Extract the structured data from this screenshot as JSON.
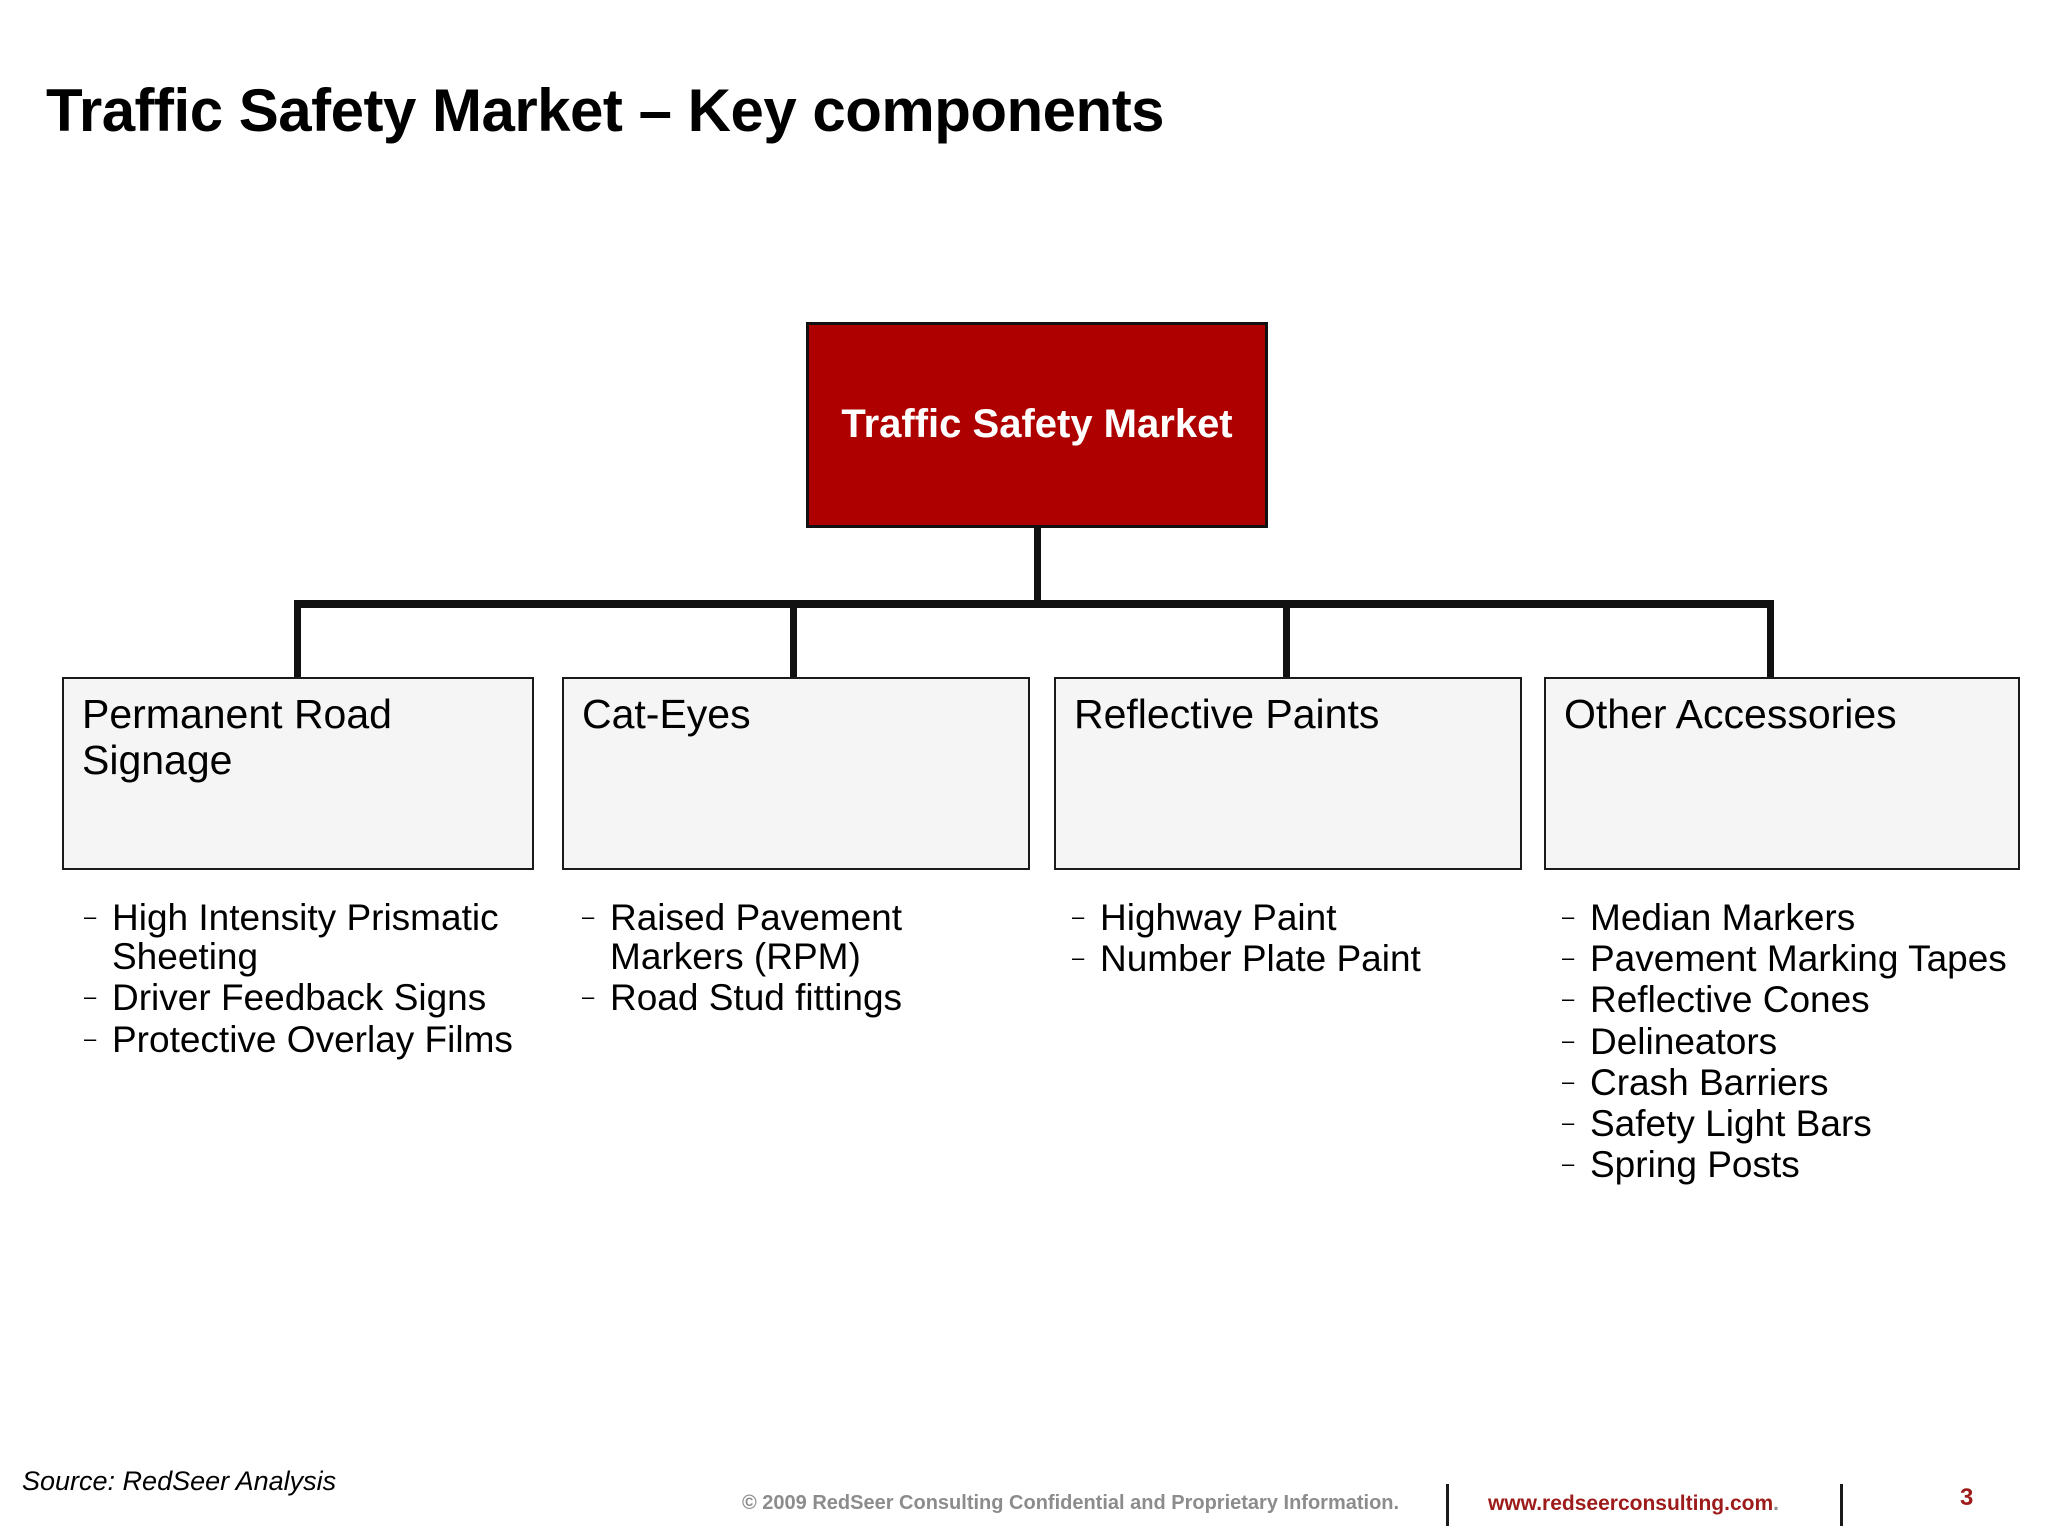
{
  "slide": {
    "title": "Traffic Safety Market – Key components",
    "page_number": "3",
    "source_note": "Source: RedSeer Analysis"
  },
  "colors": {
    "root_node_fill": "#AF0000",
    "root_node_text": "#FFFFFF",
    "child_box_fill": "#F5F5F5",
    "child_box_border": "#1A1A1A",
    "connector": "#111111",
    "brand_red": "#9E1B1B",
    "footer_gray": "#8C8C8C"
  },
  "diagram": {
    "type": "hierarchy-tree",
    "root": {
      "label": "Traffic Safety Market"
    },
    "children": [
      {
        "label": "Permanent Road Signage",
        "items": [
          "High Intensity Prismatic Sheeting",
          "Driver Feedback Signs",
          "Protective Overlay Films"
        ]
      },
      {
        "label": "Cat-Eyes",
        "items": [
          "Raised Pavement Markers (RPM)",
          "Road Stud fittings"
        ]
      },
      {
        "label": "Reflective Paints",
        "items": [
          "Highway Paint",
          "Number Plate Paint"
        ]
      },
      {
        "label": "Other Accessories",
        "items": [
          "Median Markers",
          "Pavement Marking Tapes",
          "Reflective Cones",
          "Delineators",
          "Crash Barriers",
          "Safety Light Bars",
          "Spring Posts"
        ]
      }
    ],
    "bullet_marker": "–"
  },
  "footer": {
    "copyright": "© 2009 RedSeer Consulting Confidential and Proprietary Information.",
    "url": "www.redseerconsulting.com",
    "url_trailing": "."
  }
}
